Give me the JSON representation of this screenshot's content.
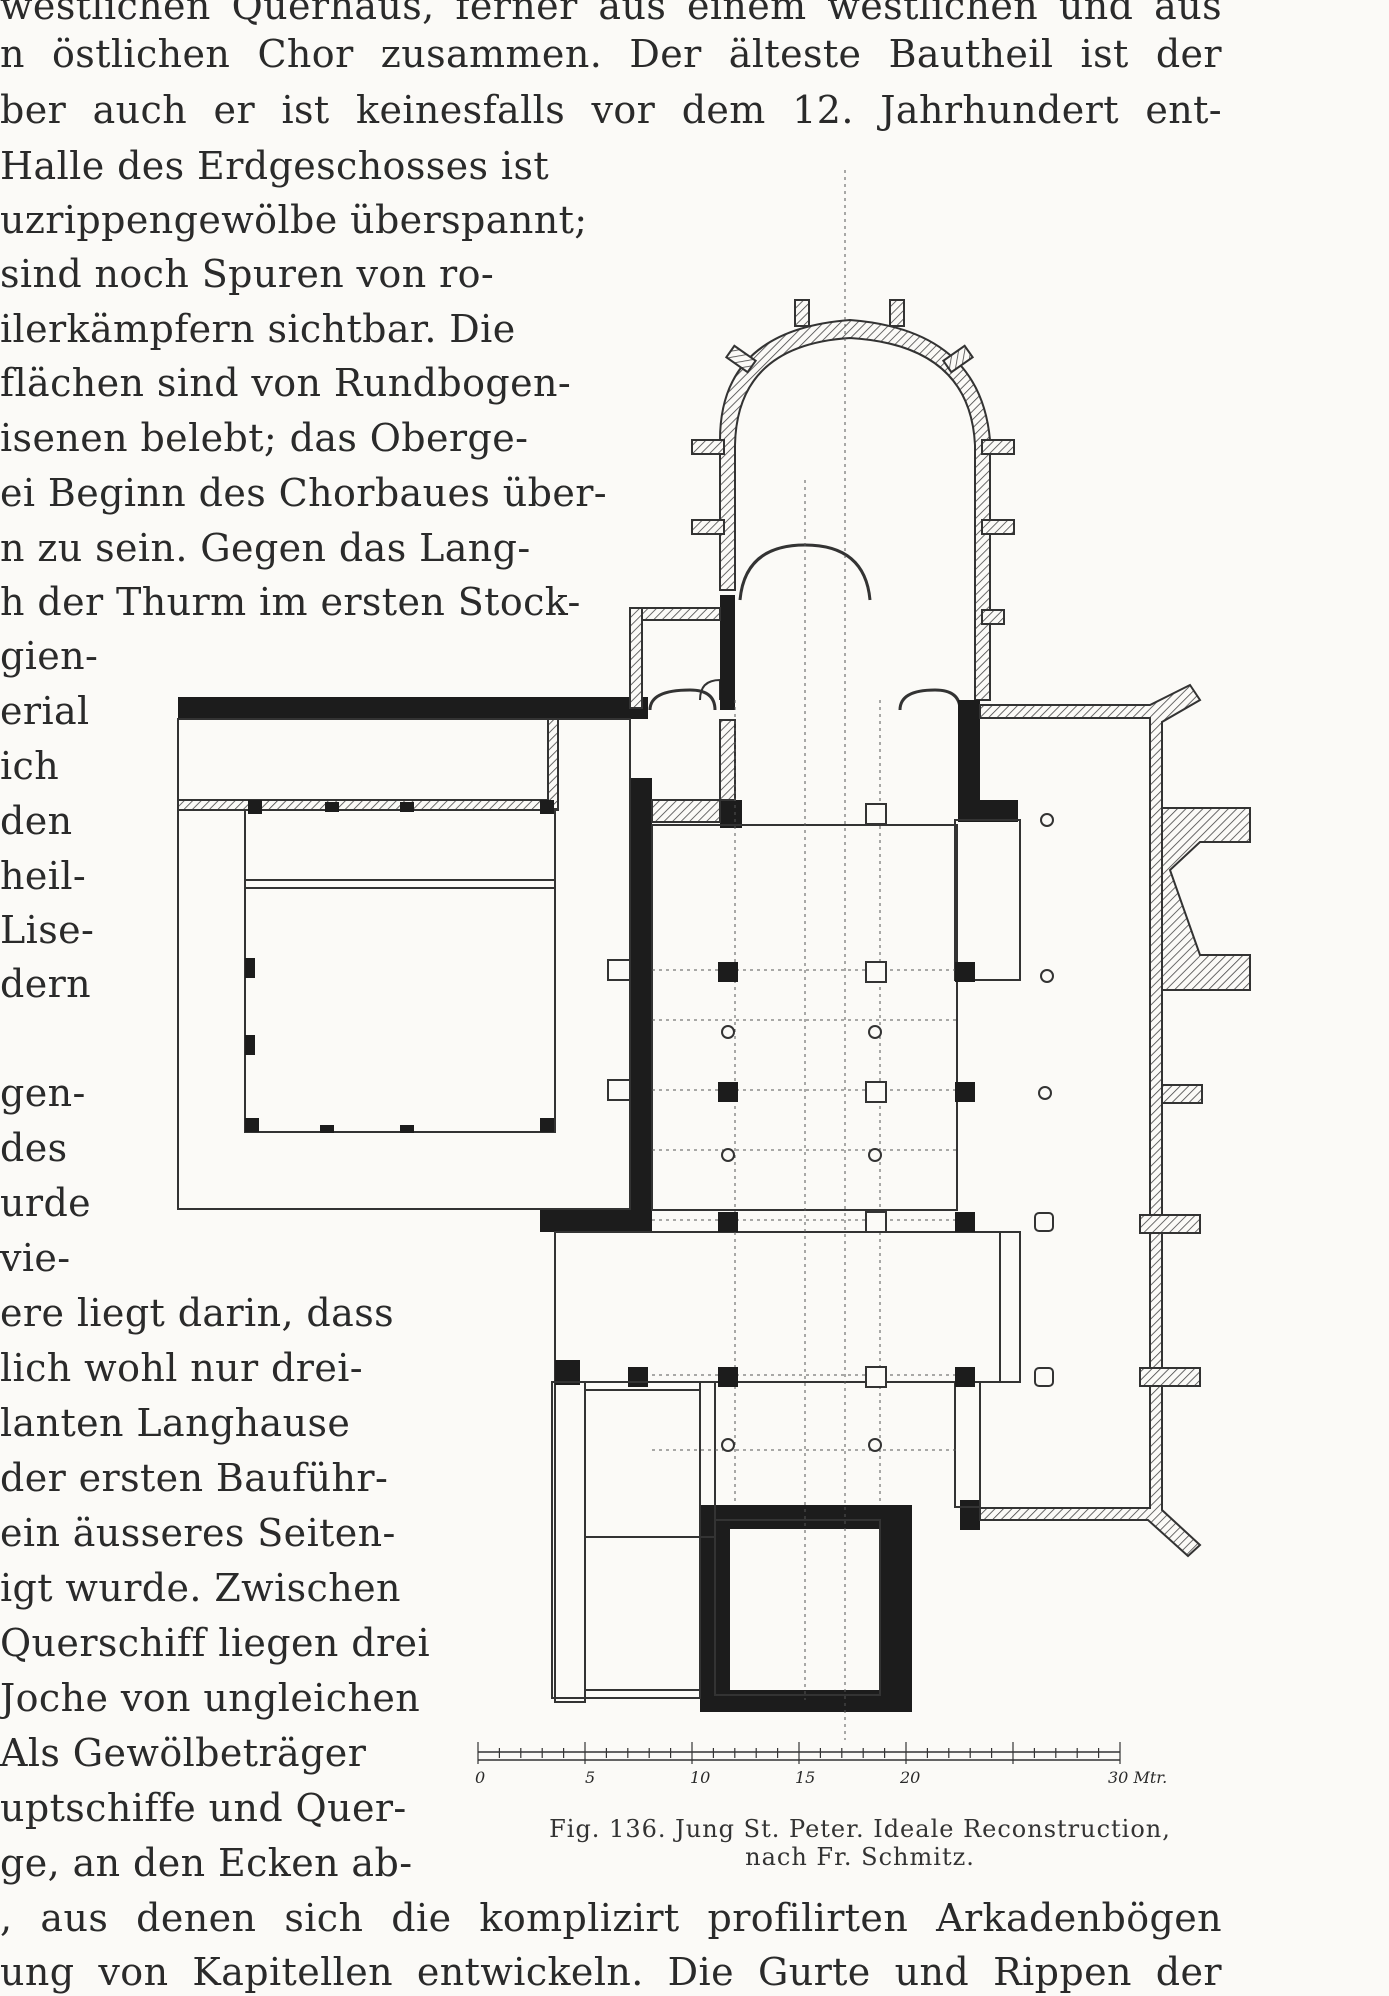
{
  "top_lines": [
    "westlichen Querhaus, ferner aus einem westlichen und aus",
    "n östlichen Chor zusammen. Der älteste Bautheil ist der",
    "ber auch er ist keinesfalls vor dem 12. Jahrhundert ent-"
  ],
  "left_lines": [
    "Halle des Erdgeschosses ist",
    "uzrippengewölbe überspannt;",
    "sind noch Spuren von ro-",
    "ilerkämpfern sichtbar. Die",
    "flächen sind von Rundbogen-",
    "isenen belebt; das Oberge-",
    "ei Beginn des Chorbaues über-",
    "n zu sein. Gegen das Lang-",
    "h der Thurm im ersten Stock-",
    "gien-",
    "erial",
    "ich",
    "den",
    "heil-",
    "Lise-",
    "dern",
    "",
    "gen-",
    "des",
    "urde",
    "vie-",
    "ere liegt darin, dass",
    "lich wohl nur drei-",
    "lanten Langhause",
    "der ersten Bauführ-",
    "ein äusseres Seiten-",
    "igt wurde. Zwischen",
    "Querschiff liegen drei",
    "Joche von ungleichen",
    "Als Gewölbeträger",
    "uptschiffe und Quer-",
    "ge, an den Ecken ab-"
  ],
  "bottom_lines": [
    ", aus denen sich die komplizirt profilirten Arkadenbögen",
    "ung von Kapitellen entwickeln. Die Gurte und Rippen der"
  ],
  "figure": {
    "caption_line1": "Fig. 136. Jung St. Peter. Ideale Reconstruction,",
    "caption_line2": "nach Fr. Schmitz.",
    "scale_labels": [
      "0",
      "5",
      "10",
      "15",
      "20",
      "30 Mtr."
    ]
  },
  "colors": {
    "ink": "#2a2a2a",
    "paper": "#fbfaf7",
    "wall": "#1c1c1c"
  }
}
